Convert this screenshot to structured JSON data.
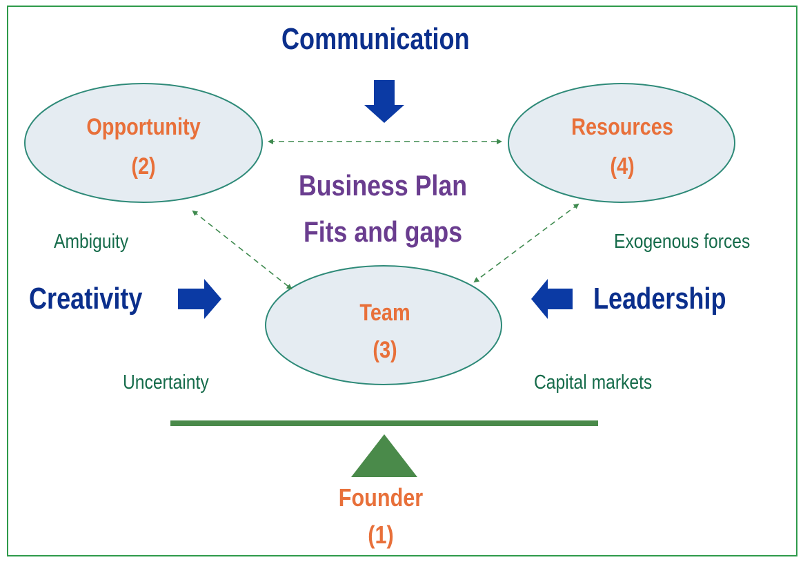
{
  "diagram": {
    "communication": "Communication",
    "creativity": "Creativity",
    "leadership": "Leadership",
    "center_title": "Business Plan",
    "center_subtitle": "Fits and gaps",
    "opportunity": {
      "label": "Opportunity",
      "number": "(2)"
    },
    "resources": {
      "label": "Resources",
      "number": "(4)"
    },
    "team": {
      "label": "Team",
      "number": "(3)"
    },
    "founder": {
      "label": "Founder",
      "number": "(1)"
    },
    "ambiguity": "Ambiguity",
    "exogenous": "Exogenous forces",
    "uncertainty": "Uncertainty",
    "capital_markets": "Capital markets"
  },
  "colors": {
    "frame": "#2e9a4a",
    "arrow_blue": "#0b3aa4",
    "ellipse_fill": "#e5ecf2",
    "ellipse_stroke": "#2e8a78",
    "dashed": "#3f8a4f",
    "balance": "#4a8a4a",
    "orange": "#e8703a",
    "purple": "#6a3d8f",
    "teal": "#156b4a"
  }
}
